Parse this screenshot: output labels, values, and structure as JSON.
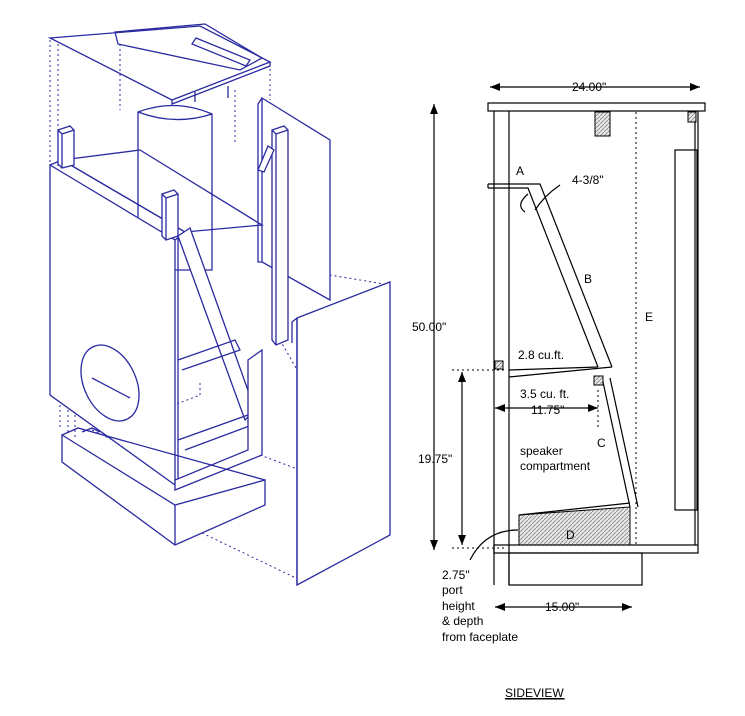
{
  "labels": {
    "width_top": "24.00\"",
    "height_total": "50.00\"",
    "angle": "4-3/8\"",
    "point_a": "A",
    "point_b": "B",
    "point_c": "C",
    "point_d": "D",
    "point_e": "E",
    "volume_upper": "2.8 cu.ft.",
    "volume_lower": "3.5 cu. ft.",
    "depth_inner": "11.75\"",
    "height_lower": "19.75\"",
    "compartment_line1": "speaker",
    "compartment_line2": "compartment",
    "port_line1": "2.75\"",
    "port_line2": "port",
    "port_line3": "height",
    "port_line4": "& depth",
    "port_line5": "from faceplate",
    "width_bottom": "15.00\"",
    "caption": "SIDEVIEW"
  },
  "colors": {
    "iso_line": "#2a2aa0",
    "ink": "#000000"
  }
}
